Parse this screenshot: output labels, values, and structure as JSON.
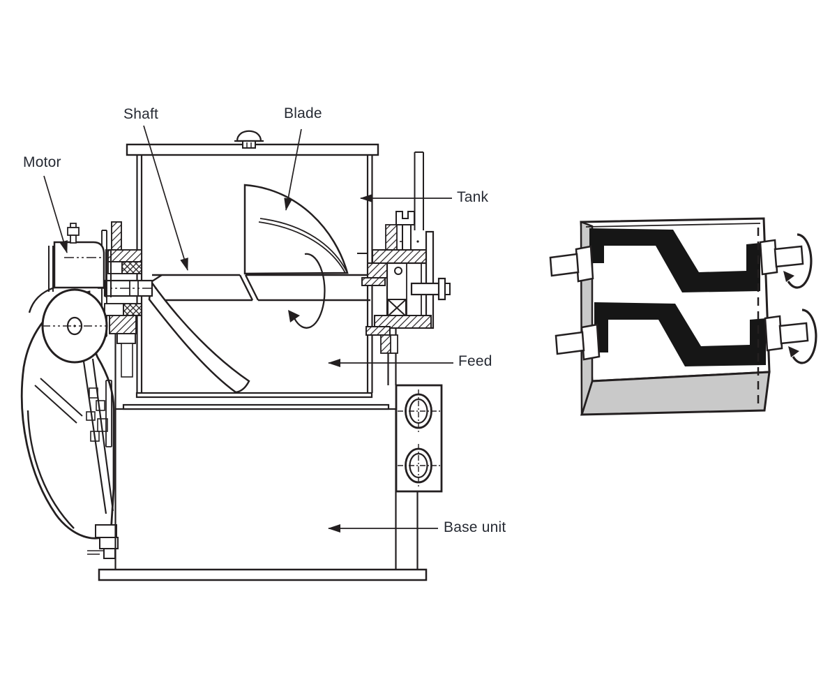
{
  "figure": {
    "labels": {
      "motor": "Motor",
      "shaft": "Shaft",
      "blade": "Blade",
      "tank": "Tank",
      "feed": "Feed",
      "base_unit": "Base unit"
    },
    "colors": {
      "line": "#231f20",
      "label_text": "#262a33",
      "blade_fill": "#161616",
      "trough_shadow": "#c9c9c9",
      "background": "#ffffff"
    }
  }
}
